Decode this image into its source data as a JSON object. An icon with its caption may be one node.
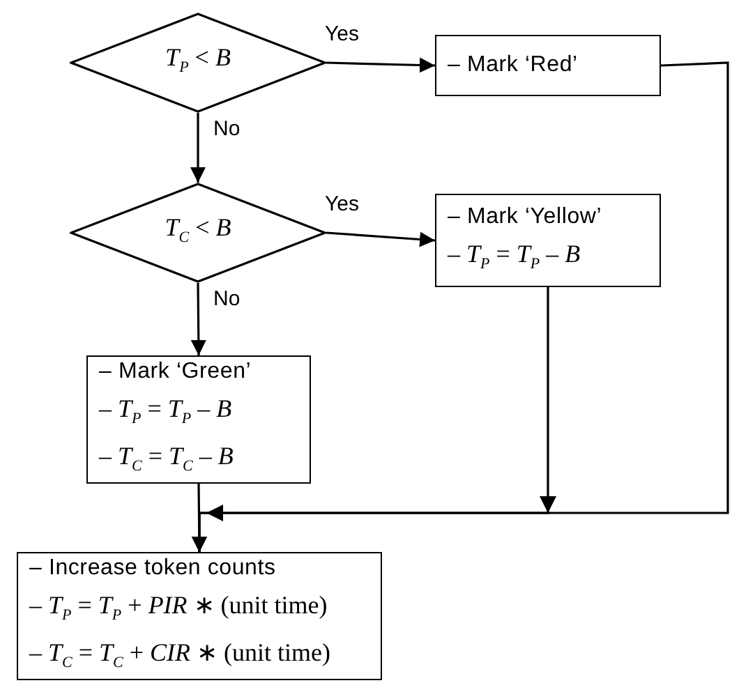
{
  "diagram": {
    "nodes": [
      {
        "text": [
          "*T*$_{P}$ < *B*"
        ]
      },
      {
        "text": [
          "– Mark ‘Red’"
        ]
      },
      {
        "text": [
          "*T*$_{C}$ < *B*"
        ]
      },
      {
        "text": [
          "– Mark ‘Yellow’",
          "– *T*$_{P}$ = *T*$_{P}$ – *B*"
        ]
      },
      {
        "text": [
          "– Mark ‘Green’",
          "– *T*$_{P}$ = *T*$_{P}$ – *B*",
          "– *T*$_{C}$ = *T*$_{C}$ – *B*"
        ]
      },
      {
        "text": [
          "– Increase token counts",
          "– *T*$_{P}$ = *T*$_{P}$ + *PIR* ∗ (unit time)",
          "– *T*$_{C}$ = *T*$_{C}$ + *CIR* ∗ (unit time)"
        ]
      }
    ],
    "edges": [
      {
        "from": 0,
        "to": 1,
        "arrow": "to",
        "label": "Yes"
      },
      {
        "from": 0,
        "to": 2,
        "arrow": "to",
        "label": "No"
      },
      {
        "from": 2,
        "to": 3,
        "arrow": "to",
        "label": "Yes"
      },
      {
        "from": 2,
        "to": 4,
        "arrow": "to",
        "label": "No"
      },
      {
        "from": 4,
        "to": 5,
        "arrow": "to"
      },
      {
        "from": 3,
        "to": 5,
        "arrow": "to"
      },
      {
        "from": 1,
        "to": 5,
        "arrow": "to"
      }
    ]
  }
}
